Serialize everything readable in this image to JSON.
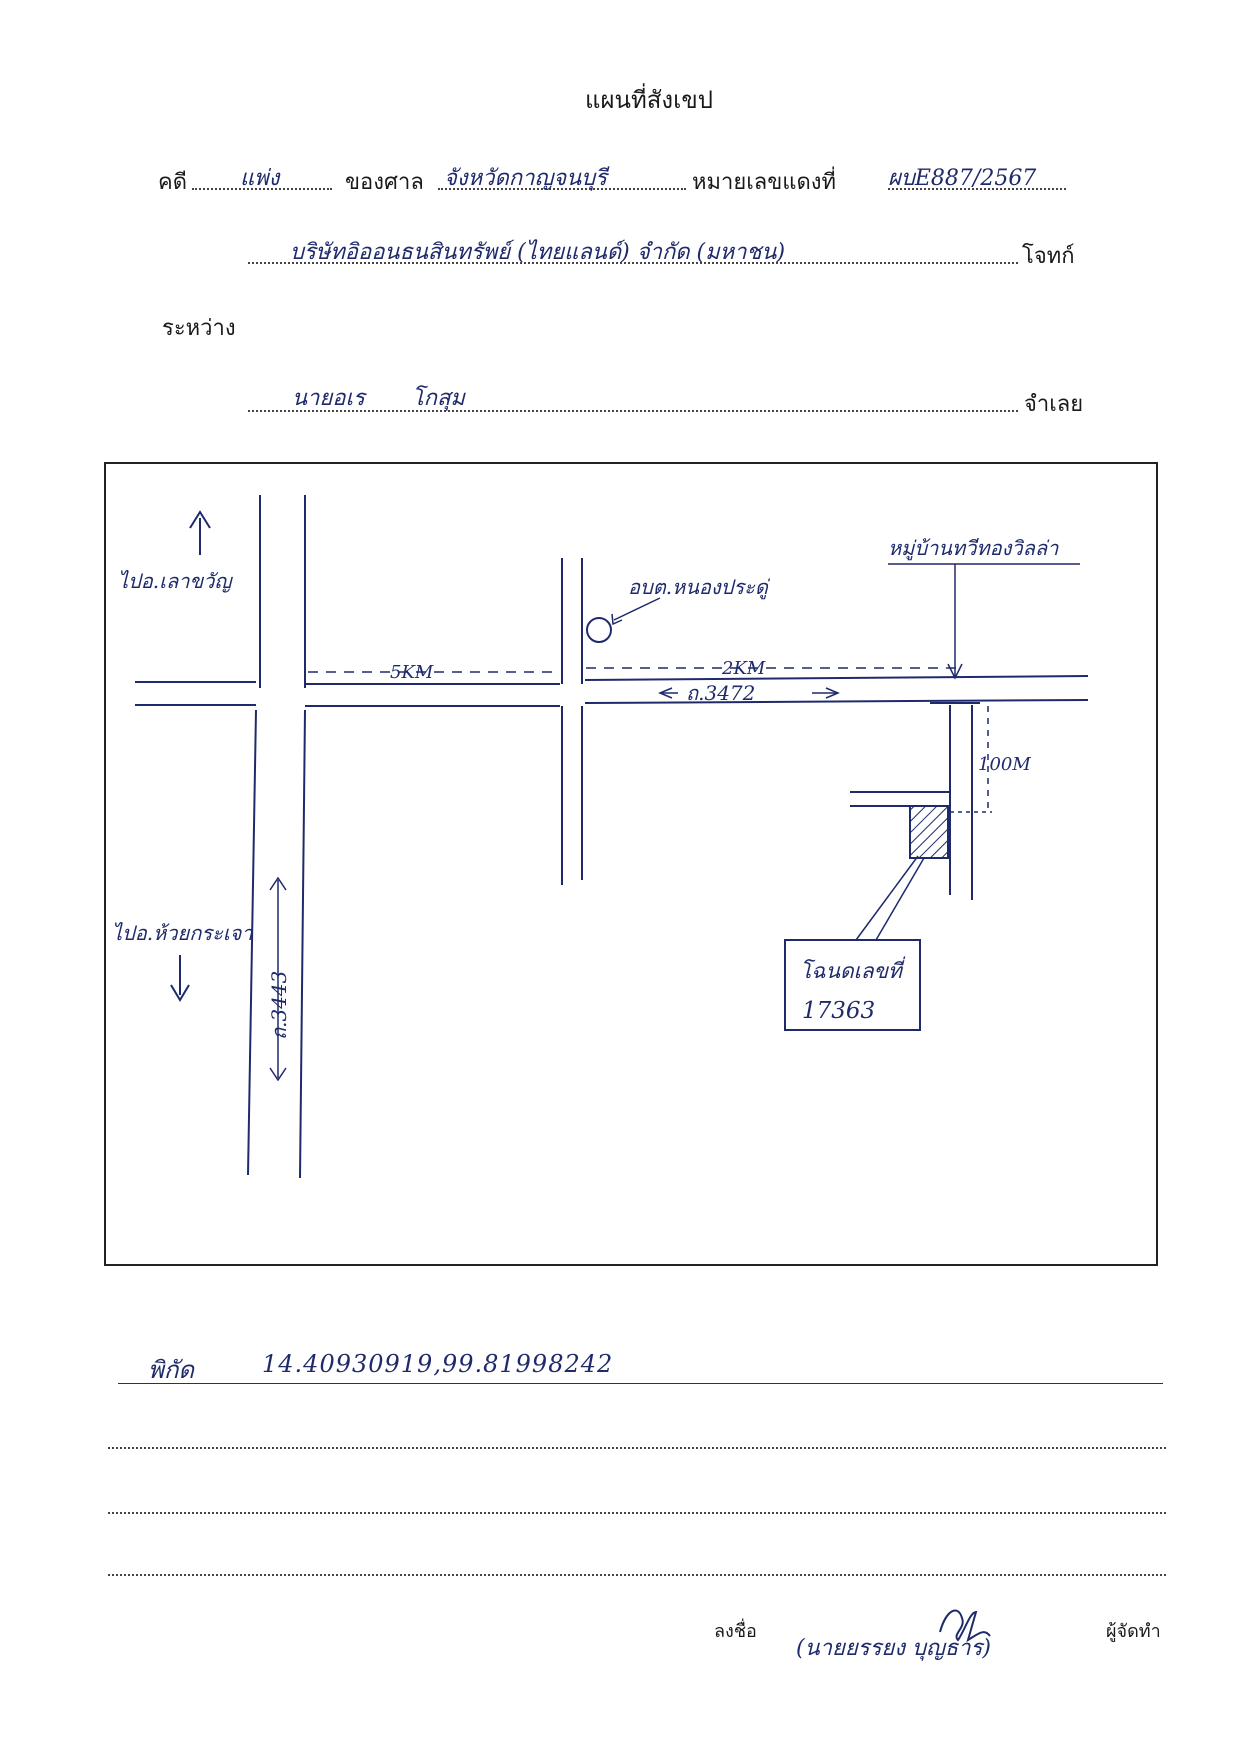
{
  "header": {
    "title": "แผนที่สังเขป"
  },
  "case": {
    "case_label": "คดี",
    "case_type": "แพ่ง",
    "court_label": "ของศาล",
    "court_name": "จังหวัดกาญจนบุรี",
    "number_label": "หมายเลขแดงที่",
    "number_value": "ผบE887/2567"
  },
  "plaintiff": {
    "name": "บริษัทอิออนธนสินทรัพย์ (ไทยแลนด์) จำกัด (มหาชน)",
    "role_label": "โจทก์"
  },
  "between_label": "ระหว่าง",
  "defendant": {
    "name": "นายอเร โกสุม",
    "role_label": "จำเลย"
  },
  "map": {
    "to_north_label": "ไปอ.เลาขวัญ",
    "to_south_label": "ไปอ.ห้วยกระเจา",
    "road_vertical_label": "ถ.3443",
    "road_horizontal_label": "ถ.3472",
    "distance_west": "5KM",
    "distance_east": "2KM",
    "distance_spur": "100M",
    "sao_label": "อบต.หนองประดู่",
    "village_label": "หมู่บ้านทวีทองวิลล่า",
    "deed_label": "โฉนดเลขที่",
    "deed_number": "17363"
  },
  "coordinates": {
    "label": "พิกัด",
    "value": "14.40930919,99.81998242"
  },
  "signature": {
    "sign_label": "ลงชื่อ",
    "signer_name": "(นายยรรยง บุญธาร)",
    "role_label": "ผู้จัดทำ"
  }
}
